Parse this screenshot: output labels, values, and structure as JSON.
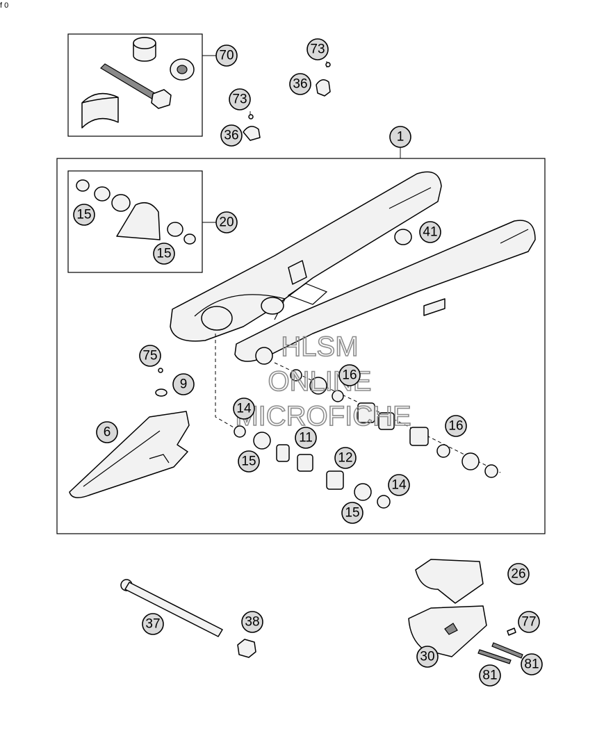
{
  "corner_text": "f 0",
  "watermark": [
    "HLSM",
    "ONLINE",
    "MICROFICHE"
  ],
  "callouts": [
    "1",
    "70",
    "73",
    "36",
    "73",
    "36",
    "20",
    "15",
    "15",
    "41",
    "75",
    "9",
    "6",
    "14",
    "16",
    "11",
    "15",
    "12",
    "16",
    "14",
    "15",
    "26",
    "37",
    "38",
    "77",
    "30",
    "81",
    "81"
  ]
}
